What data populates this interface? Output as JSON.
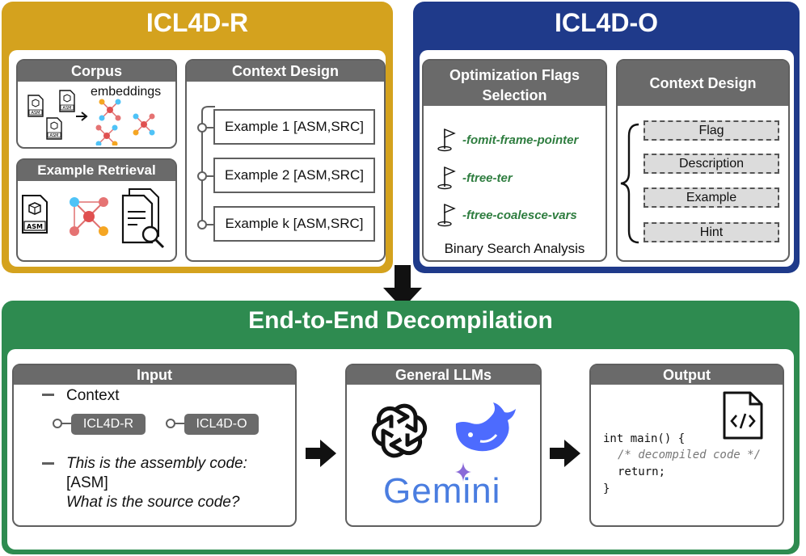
{
  "icl4d_r": {
    "title": "ICL4D-R",
    "corpus": {
      "title": "Corpus",
      "asm_tag": "ASM",
      "embeddings_label": "embeddings"
    },
    "retrieval": {
      "title": "Example Retrieval",
      "asm_tag": "ASM"
    },
    "context_design": {
      "title": "Context Design",
      "examples": [
        "Example 1 [ASM,SRC]",
        "Example 2 [ASM,SRC]",
        "Example k [ASM,SRC]"
      ]
    }
  },
  "icl4d_o": {
    "title": "ICL4D-O",
    "flags_selection": {
      "title_line1": "Optimization Flags",
      "title_line2": "Selection",
      "flags": [
        "-fomit-frame-pointer",
        "-ftree-ter",
        "-ftree-coalesce-vars"
      ],
      "footer": "Binary Search Analysis"
    },
    "context_design": {
      "title": "Context Design",
      "items": [
        "Flag",
        "Description",
        "Example",
        "Hint"
      ]
    }
  },
  "e2e": {
    "title": "End-to-End Decompilation",
    "input": {
      "title": "Input",
      "context_label": "Context",
      "pills": [
        "ICL4D-R",
        "ICL4D-O"
      ],
      "prompt_lines": [
        "This is the assembly code:",
        "[ASM]",
        "What is the source code?"
      ]
    },
    "llms": {
      "title": "General LLMs",
      "gemini_label": "Gemini"
    },
    "output": {
      "title": "Output",
      "code": {
        "line1": "int main() {",
        "line2": "/* decompiled code */",
        "line3": "return;",
        "line4": "}"
      }
    }
  },
  "colors": {
    "icl4d_r": "#d4a21e",
    "icl4d_o": "#1f3a8a",
    "e2e": "#2e8b50",
    "card_head": "#6a6a6a",
    "flag_text": "#2e7d3f"
  }
}
